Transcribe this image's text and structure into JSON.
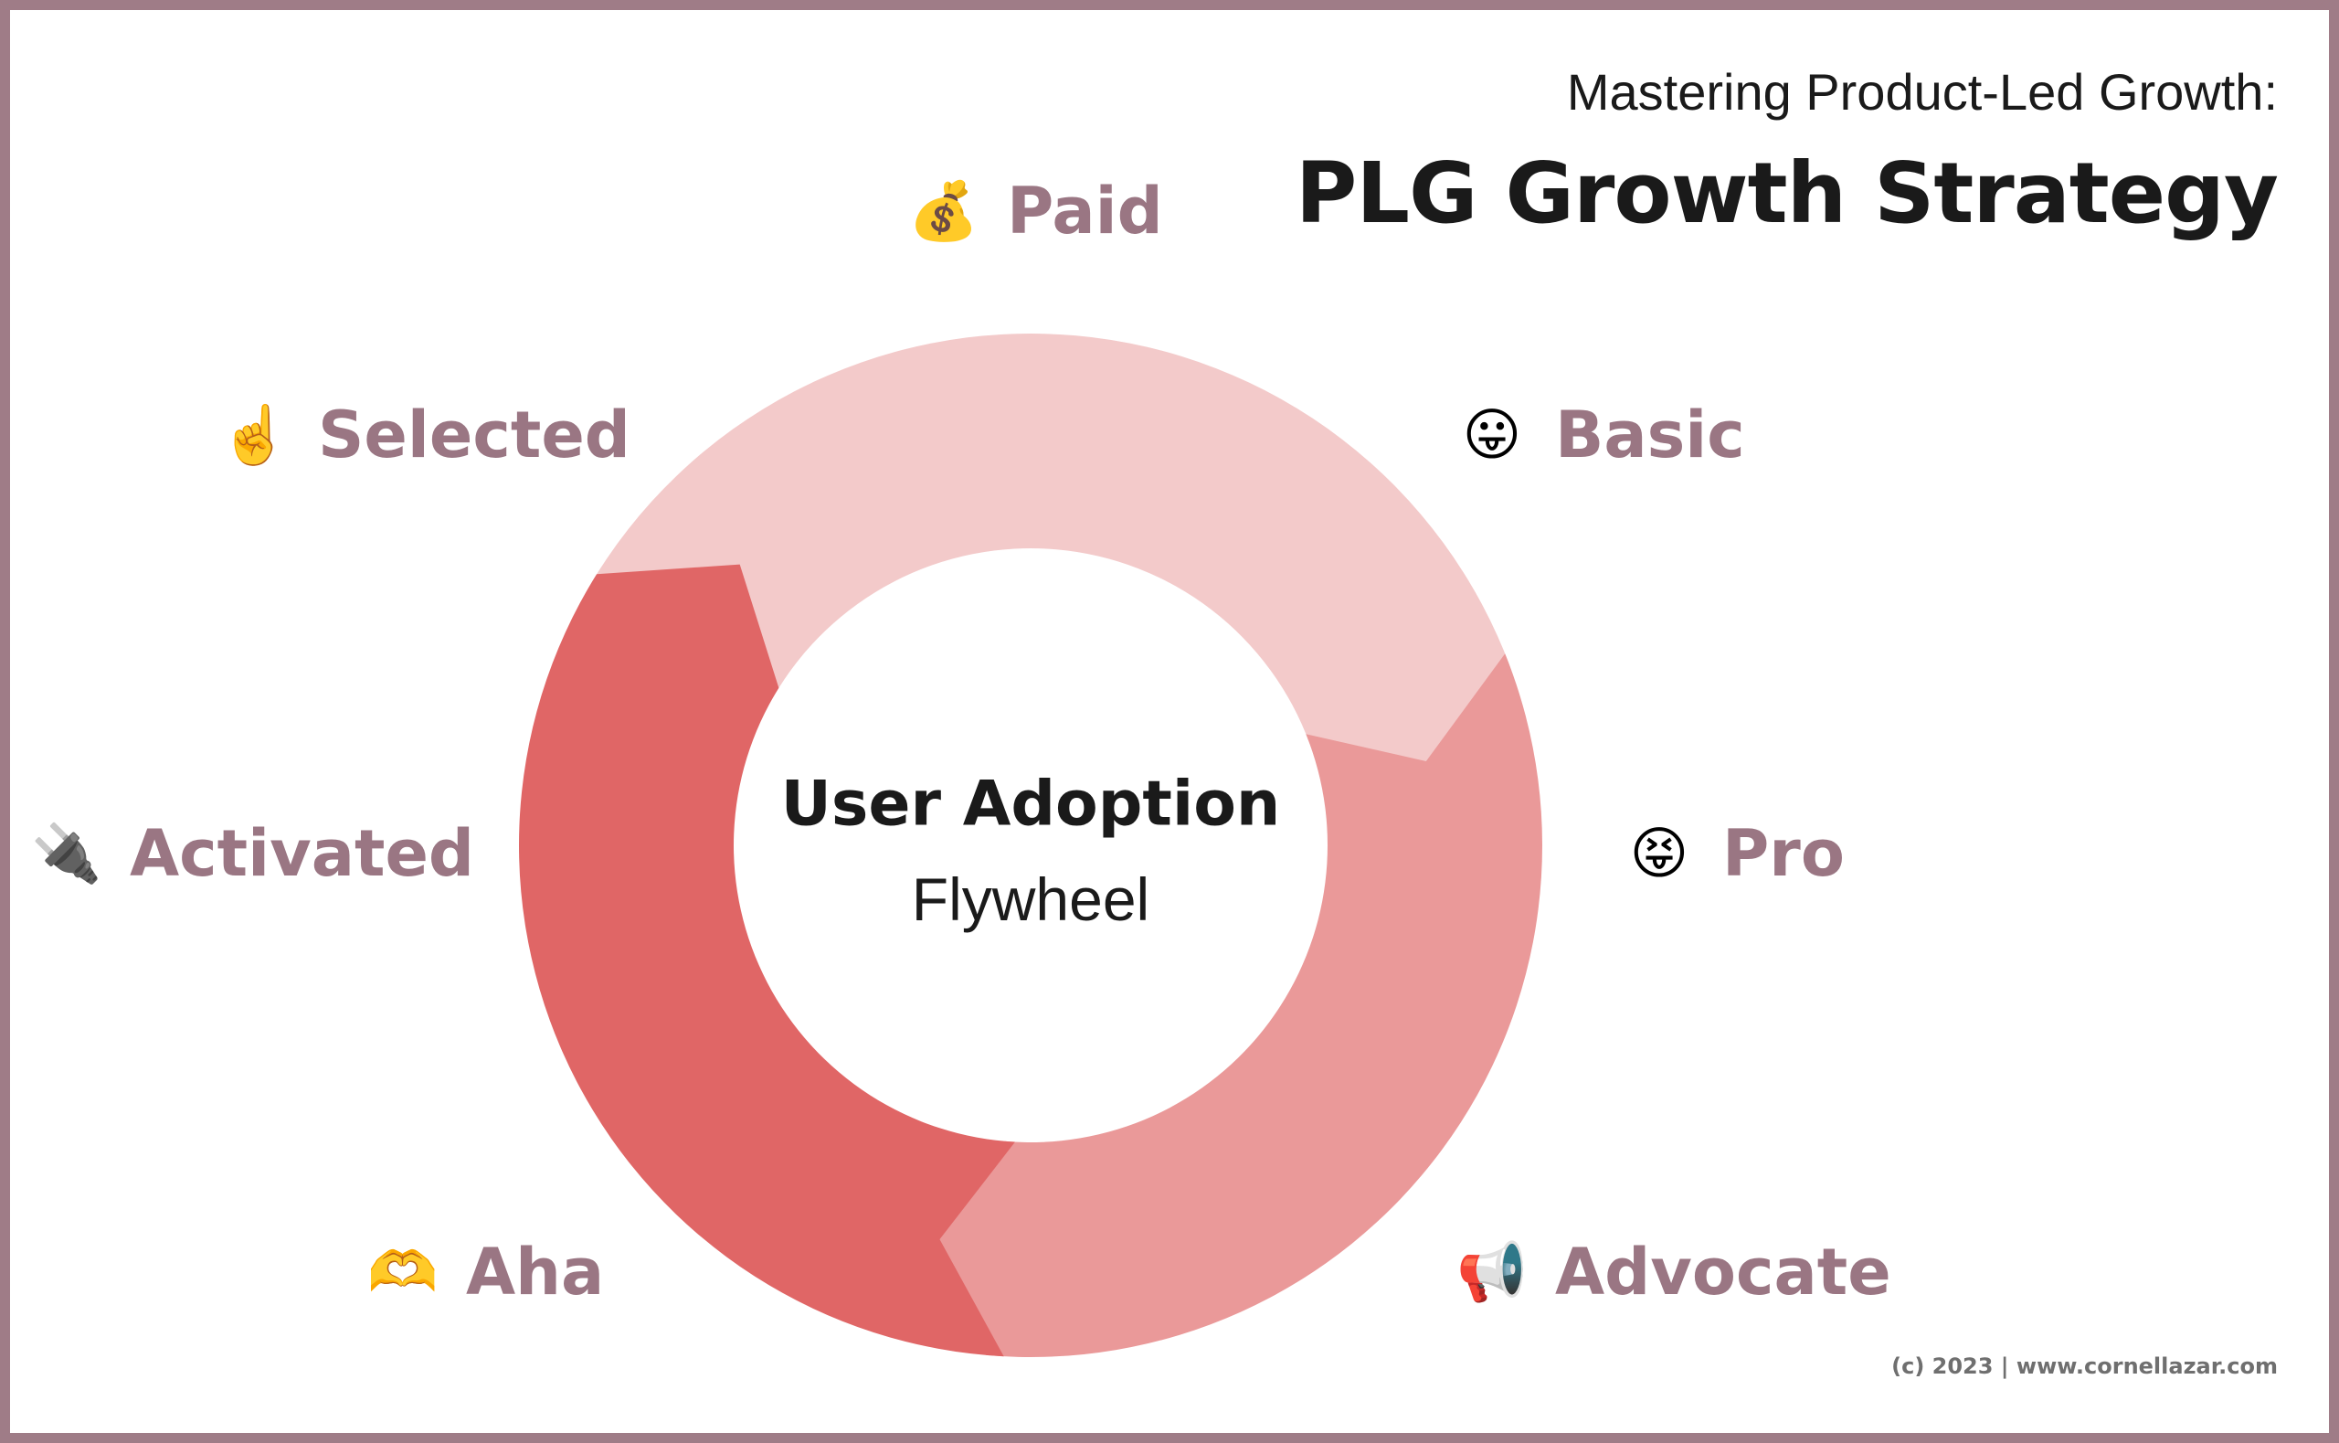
{
  "header": {
    "subtitle": "Mastering Product-Led Growth:",
    "title": "PLG Growth Strategy"
  },
  "center": {
    "title": "User Adoption",
    "subtitle": "Flywheel"
  },
  "stages": [
    {
      "id": "paid",
      "label": "Paid",
      "icon": "money-bag-icon",
      "glyph": "💰"
    },
    {
      "id": "basic",
      "label": "Basic",
      "icon": "tongue-out-face-icon",
      "glyph": "😛"
    },
    {
      "id": "pro",
      "label": "Pro",
      "icon": "squinting-tongue-face-icon",
      "glyph": "😝"
    },
    {
      "id": "advocate",
      "label": "Advocate",
      "icon": "megaphone-icon",
      "glyph": "📢"
    },
    {
      "id": "aha",
      "label": "Aha",
      "icon": "heart-hands-icon",
      "glyph": "🫶"
    },
    {
      "id": "activated",
      "label": "Activated",
      "icon": "electric-plug-icon",
      "glyph": "🔌"
    },
    {
      "id": "selected",
      "label": "Selected",
      "icon": "pointing-up-icon",
      "glyph": "☝️"
    }
  ],
  "footer": "(c) 2023 | www.cornellazar.com",
  "colors": {
    "border": "#9f7c87",
    "label": "#9a7683",
    "arrow_light": "#f3caca",
    "arrow_medium": "#ea9999",
    "arrow_dark": "#e06666"
  }
}
